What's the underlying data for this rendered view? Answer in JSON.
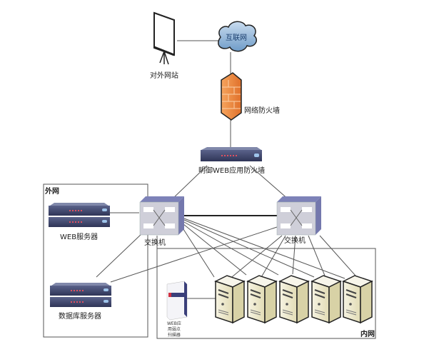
{
  "title": "网络拓扑图",
  "zones": {
    "external": {
      "label": "外网"
    },
    "internal": {
      "label": "内网"
    }
  },
  "nodes": {
    "external_site": {
      "label": "对外网站",
      "icon": "projector-screen-icon"
    },
    "internet": {
      "label": "互联网",
      "icon": "cloud-icon"
    },
    "network_firewall": {
      "label": "网络防火墙",
      "icon": "firewall-brick-icon"
    },
    "waf": {
      "label": "明御WEB应用防火墙",
      "icon": "rack-appliance-icon"
    },
    "switch_left": {
      "label": "交换机",
      "icon": "switch-icon"
    },
    "switch_right": {
      "label": "交换机",
      "icon": "switch-icon"
    },
    "web_servers": {
      "label": "WEB服务器",
      "icon": "rack-server-icon"
    },
    "db_servers": {
      "label": "数据库服务器",
      "icon": "rack-server-icon"
    },
    "scanner": {
      "label_lines": [
        "WEB应",
        "用弱点",
        "扫描器"
      ],
      "icon": "software-box-icon"
    },
    "internal_servers": {
      "count": 5,
      "icon": "tower-server-icon"
    }
  },
  "colors": {
    "line": "#555555",
    "zone_border": "#555555",
    "rack_body": "#3d4468",
    "rack_top": "#6a7196",
    "switch_front": "#c8c8d4",
    "switch_side": "#7d82b8",
    "firewall": "#f08a3a",
    "cloud": "#8db4d8",
    "tower_front": "#eeead0",
    "tower_side": "#d7d2a8"
  }
}
